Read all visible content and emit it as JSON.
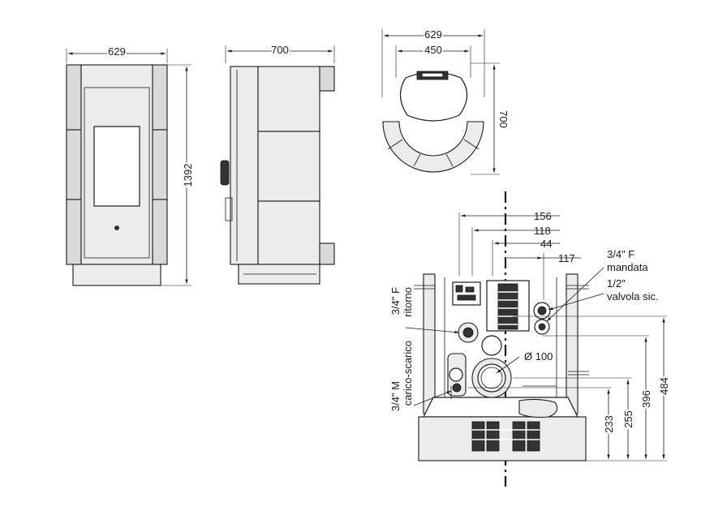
{
  "front_view": {
    "width_dim": "629",
    "height_dim": "1392"
  },
  "side_view": {
    "depth_dim": "700"
  },
  "top_view": {
    "width_dim": "629",
    "inner_width_dim": "450",
    "depth_dim": "700"
  },
  "rear_view": {
    "dims_horizontal": [
      "156",
      "118",
      "44",
      "117"
    ],
    "dims_vertical": [
      "484",
      "396",
      "255",
      "233"
    ],
    "flue_diameter": "Ø 100",
    "labels": {
      "mandata_size": "3/4\" F",
      "mandata": "mandata",
      "valvola_size": "1/2\"",
      "valvola": "valvola sic.",
      "ritorno_size": "3/4\" F",
      "ritorno": "ritorno",
      "carico_size": "3/4\" M",
      "carico": "carico-scarico"
    }
  }
}
